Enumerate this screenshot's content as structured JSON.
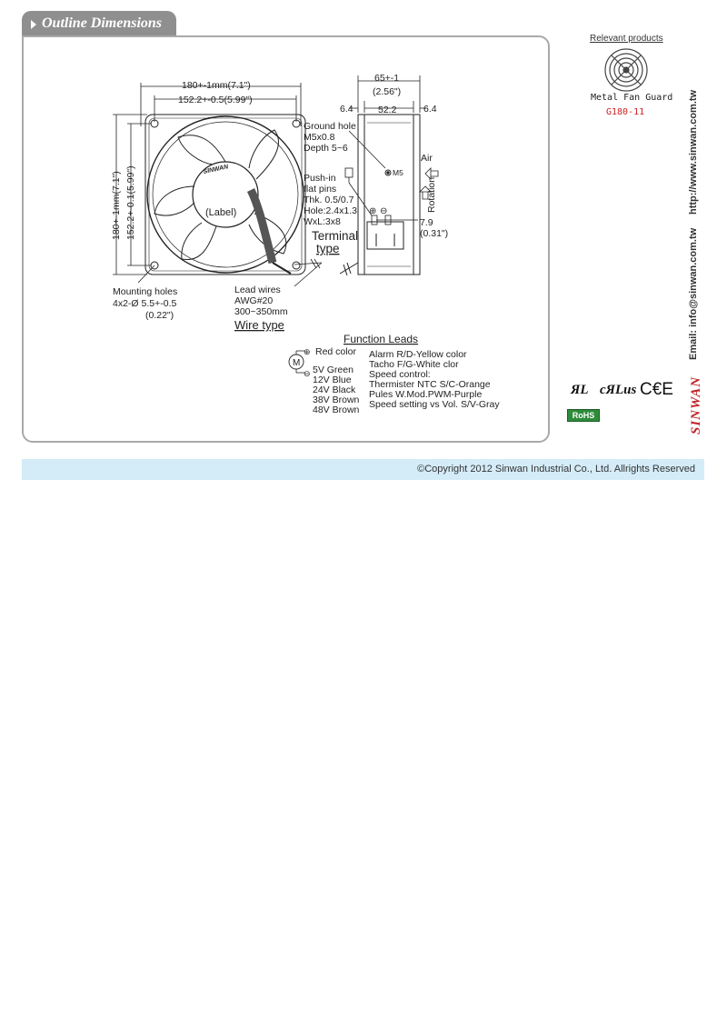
{
  "section": {
    "title": "Outline Dimensions"
  },
  "drawing": {
    "dim_width_outer": "180+-1mm(7.1\")",
    "dim_width_inner": "152.2+-0.5(5.99\")",
    "dim_height_outer": "180+-1mm(7.1\")",
    "dim_height_inner": "152.2+-0.1(5.99\")",
    "brand_on_hub": "SINWAN",
    "label_on_hub": "(Label)",
    "mounting_holes": [
      "Mounting holes",
      "4x2-Ø 5.5+-0.5",
      "(0.22\")"
    ],
    "lead_wires": [
      "Lead wires",
      "AWG#20",
      "300~350mm"
    ],
    "wire_type": "Wire type",
    "depth_total": "65+-1",
    "depth_total_in": "(2.56\")",
    "depth_left": "6.4",
    "depth_mid": "52.2",
    "depth_right": "6.4",
    "ground_hole": [
      "Ground hole",
      "M5x0.8",
      "Depth 5~6"
    ],
    "m5_label": "M5",
    "air_label": "Air",
    "rotation_label": "Rotation",
    "push_in": [
      "Push-in",
      "flat pins",
      "Thk. 0.5/0.7",
      "Hole:2.4x1.3",
      "WxL:3x8"
    ],
    "terminal_type": [
      "Terminal",
      "type"
    ],
    "pin_width": "7.9",
    "pin_width_in": "(0.31\")",
    "function_leads_title": "Function Leads",
    "motor_symbol": "M",
    "plus_symbol": "⊕",
    "minus_symbol": "⊖",
    "red_color": "Red color",
    "voltages": [
      "5V Green",
      "12V Blue",
      "24V Black",
      "38V Brown",
      "48V Brown"
    ],
    "functions": [
      "Alarm R/D-Yellow color",
      "Tacho F/G-White clor",
      "Speed control:",
      "Thermister NTC S/C-Orange",
      "Pules W.Mod.PWM-Purple",
      "Speed setting vs Vol. S/V-Gray"
    ]
  },
  "related": {
    "title": "Relevant products",
    "product_name": "Metal Fan Guard",
    "product_code": "G180-11"
  },
  "certs": {
    "ul": "ЯL",
    "cul": "cЯLus",
    "ce": "C€E",
    "rohs": "RoHS"
  },
  "contact": {
    "url": "http://www.sinwan.com.tw",
    "email": "Email: info@sinwan.com.tw",
    "brand": "SINWAN"
  },
  "footer": {
    "copyright": "©Copyright 2012 Sinwan Industrial Co., Ltd. Allrights Reserved"
  }
}
